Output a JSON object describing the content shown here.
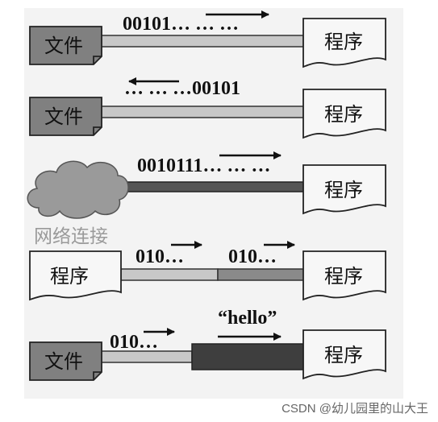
{
  "labels": {
    "file": "文件",
    "program": "程序",
    "network": "网络连接"
  },
  "streams": {
    "row1_bits": "00101… … …",
    "row2_bits": "… … …00101",
    "row3_bits": "0010111… … …",
    "row4_bits_a": "010…",
    "row4_bits_b": "010…",
    "row5_bits": "010…",
    "row5_text": "“hello”"
  },
  "watermark": "CSDN @幼儿园里的山大王"
}
